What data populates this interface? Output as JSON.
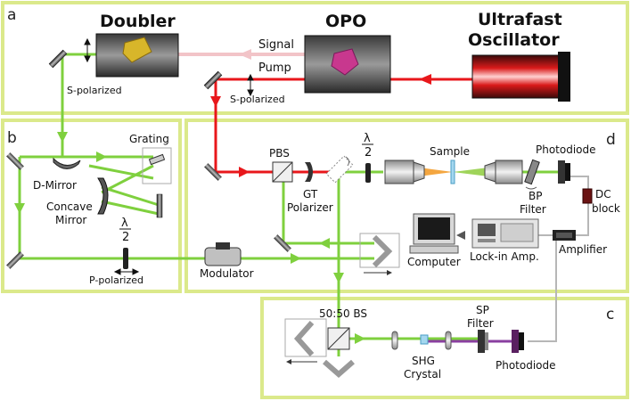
{
  "colors": {
    "panel_border": "#dbe98b",
    "red_beam": "#e8171b",
    "green_beam": "#7fd03e",
    "signal_beam": "#f2c4c8",
    "purple_beam": "#8a3fa0"
  },
  "panels": {
    "a": "a",
    "b": "b",
    "c": "c",
    "d": "d"
  },
  "titles": {
    "doubler": "Doubler",
    "opo": "OPO",
    "oscillator_line1": "Ultrafast",
    "oscillator_line2": "Oscillator"
  },
  "labels": {
    "signal": "Signal",
    "pump": "Pump",
    "s_polarized_left": "S-polarized",
    "s_polarized_right": "S-polarized",
    "grating": "Grating",
    "d_mirror": "D-Mirror",
    "concave_line1": "Concave",
    "concave_line2": "Mirror",
    "half_wave_num": "λ",
    "half_wave_den": "2",
    "p_polarized": "P-polarized",
    "modulator": "Modulator",
    "pbs": "PBS",
    "gt_line1": "GT",
    "gt_line2": "Polarizer",
    "sample": "Sample",
    "photodiode_d": "Photodiode",
    "bp_line1": "BP",
    "bp_line2": "Filter",
    "dc_line1": "DC",
    "dc_line2": "block",
    "computer": "Computer",
    "lockin": "Lock-in Amp.",
    "amplifier": "Amplifier",
    "bs_5050": "50:50 BS",
    "shg_line1": "SHG",
    "shg_line2": "Crystal",
    "sp_line1": "SP",
    "sp_line2": "Filter",
    "photodiode_c": "Photodiode"
  }
}
